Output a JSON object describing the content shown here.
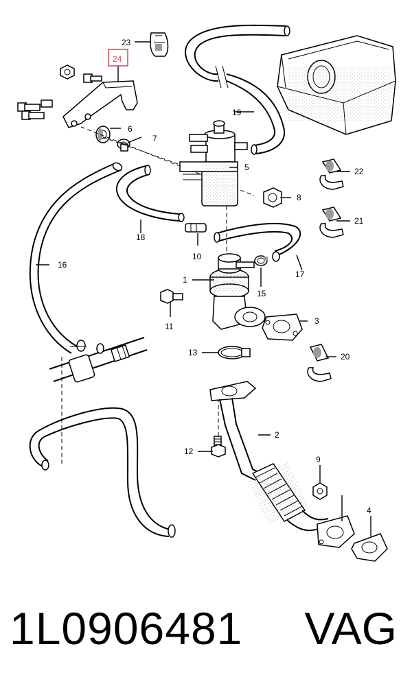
{
  "diagram": {
    "highlight_color": "#d2465a",
    "callouts": {
      "c1": "1",
      "c2": "2",
      "c3": "3",
      "c4": "4",
      "c5": "5",
      "c6": "6",
      "c7": "7",
      "c8": "8",
      "c9": "9",
      "c10": "10",
      "c11": "11",
      "c12": "12",
      "c13": "13",
      "c15": "15",
      "c16": "16",
      "c17": "17",
      "c18": "18",
      "c19": "19",
      "c20": "20",
      "c21": "21",
      "c22": "22",
      "c23": "23",
      "c24": "24"
    }
  },
  "footer": {
    "part_number": "1L0906481",
    "brand": "VAG"
  }
}
